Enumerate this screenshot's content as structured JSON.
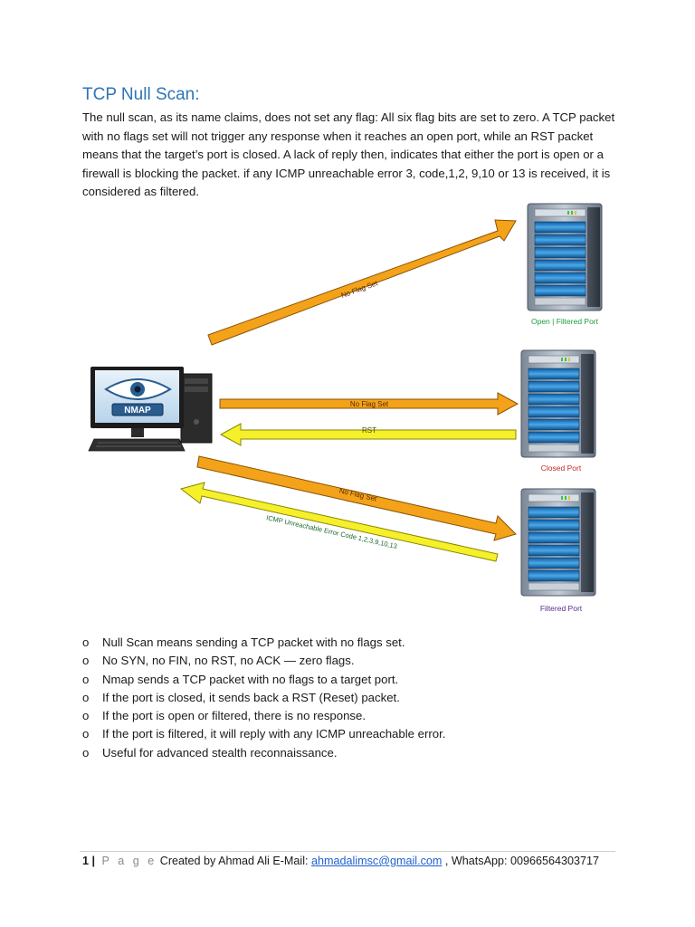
{
  "title": "TCP Null Scan:",
  "intro": "The null scan, as its name claims, does not set any flag: All six flag bits are set to zero. A TCP packet with no flags set will not trigger any response when it reaches an open port, while an RST packet means that the target’s port is closed. A lack of reply then, indicates that either the port is open or a firewall is blocking the packet. if any ICMP unreachable error 3, code,1,2, 9,10 or 13 is received, it is considered as filtered.",
  "diagram": {
    "client_label": "NMAP",
    "arrow_open": "No Flag Set",
    "arrow_closed_out": "No Flag Set",
    "arrow_closed_back": "RST",
    "arrow_filtered_out": "No Flag Set",
    "arrow_filtered_back": "ICMP Unreachable Error Code 1,2,3,9,10,13",
    "server_open": "Open | Filtered Port",
    "server_closed": "Closed Port",
    "server_filtered": "Filtered Port",
    "colors": {
      "open_label": "#1a9e3c",
      "closed_label": "#c0282a",
      "filtered_label": "#5b2a8e",
      "orange_arrow": "#f3a21a",
      "yellow_arrow": "#f5f02a",
      "title": "#2e74b5"
    }
  },
  "bullets": [
    {
      "marker": "o",
      "text": "Null Scan means sending a TCP packet with no flags set."
    },
    {
      "marker": "o",
      "text": "No SYN, no FIN, no RST, no ACK — zero flags."
    },
    {
      "marker": "o",
      "text": "Nmap sends a TCP packet with no flags to a target port."
    },
    {
      "marker": "o",
      "text": "If the port is closed, it sends back a RST (Reset) packet."
    },
    {
      "marker": "o",
      "text": "If the port is open or filtered, there is no response."
    },
    {
      "marker": "o",
      "text": "If the port is filtered, it will reply with any ICMP unreachable error."
    },
    {
      "marker": "o",
      "text": "Useful for advanced stealth reconnaissance."
    }
  ],
  "footer": {
    "page_number": "1",
    "separator": "|",
    "page_word": "P a g e",
    "created_by": "Created by Ahmad Ali E-Mail:",
    "email": "ahmadalimsc@gmail.com",
    "whatsapp": ", WhatsApp: 00966564303717"
  }
}
